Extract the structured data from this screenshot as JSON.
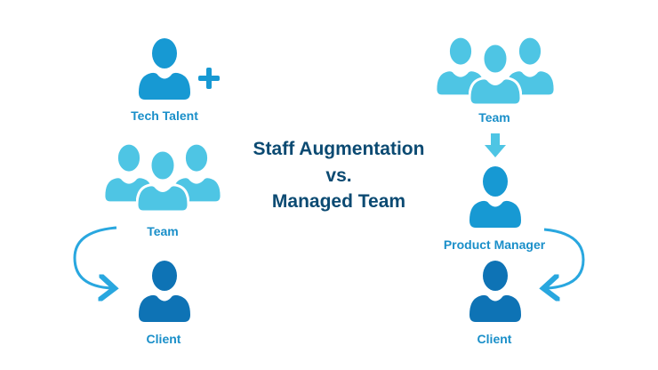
{
  "title": {
    "line1": "Staff Augmentation",
    "line2": "vs.",
    "line3": "Managed Team"
  },
  "left": {
    "tech_talent_label": "Tech Talent",
    "team_label": "Team",
    "client_label": "Client"
  },
  "right": {
    "team_label": "Team",
    "product_manager_label": "Product Manager",
    "client_label": "Client"
  },
  "colors": {
    "label": "#1a8fc9",
    "title": "#0b4a72",
    "person_dark": "#0e73b5",
    "person_mid": "#1799d3",
    "person_light": "#4ec5e4",
    "team_outline": "#ffffff",
    "arrow": "#29a7df",
    "plus": "#1799d3"
  }
}
